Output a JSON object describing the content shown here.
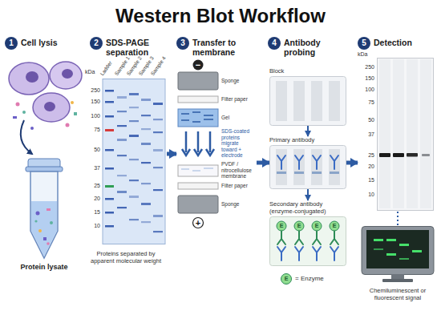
{
  "diagram": {
    "title": "Western Blot Workflow",
    "nodes": [
      {
        "text": [
          "Protein lysate"
        ]
      },
      {
        "text": [
          "Proteins separated by apparent molecular weight"
        ]
      },
      {
        "text": [
          "SDS-coated proteins migrate toward + electrode"
        ]
      },
      {
        "text": [
          "Block"
        ]
      },
      {
        "text": [
          "Primary antibody"
        ]
      },
      {
        "text": [
          "Secondary antibody (enzyme-conjugated)"
        ]
      },
      {
        "text": [
          "kDa"
        ]
      },
      {
        "text": [
          "Chemiluminescent or fluorescent signal"
        ]
      }
    ],
    "edges": [
      {
        "from": 1,
        "to": 2,
        "arrow": "to"
      },
      {
        "from": 2,
        "to": 4,
        "arrow": "to"
      },
      {
        "from": 3,
        "to": 4,
        "arrow": "to"
      },
      {
        "from": 4,
        "to": 5,
        "arrow": "to"
      },
      {
        "from": 4,
        "to": 6,
        "arrow": "to"
      },
      {
        "from": 6,
        "to": 7,
        "arrow": "none"
      }
    ],
    "labels": [
      "1",
      "Cell lysis",
      "2",
      "SDS-PAGE separation",
      "3",
      "Transfer to membrane",
      "4",
      "Antibody probing",
      "5",
      "Detection",
      "kDa",
      "Ladder",
      "Sample 1",
      "Sample 2",
      "Sample 3",
      "Sample 4",
      "250",
      "150",
      "100",
      "75",
      "50",
      "37",
      "25",
      "20",
      "15",
      "10",
      "−",
      "Sponge",
      "Filter paper",
      "Gel",
      "PVDF / nitrocellulose membrane",
      "Filter paper",
      "Sponge",
      "+",
      "E",
      "E",
      "E",
      "E",
      "E",
      "250",
      "150",
      "100",
      "75",
      "50",
      "37",
      "25",
      "20",
      "15",
      "10"
    ],
    "legend": [
      {
        "text": "= Enzyme"
      }
    ]
  }
}
